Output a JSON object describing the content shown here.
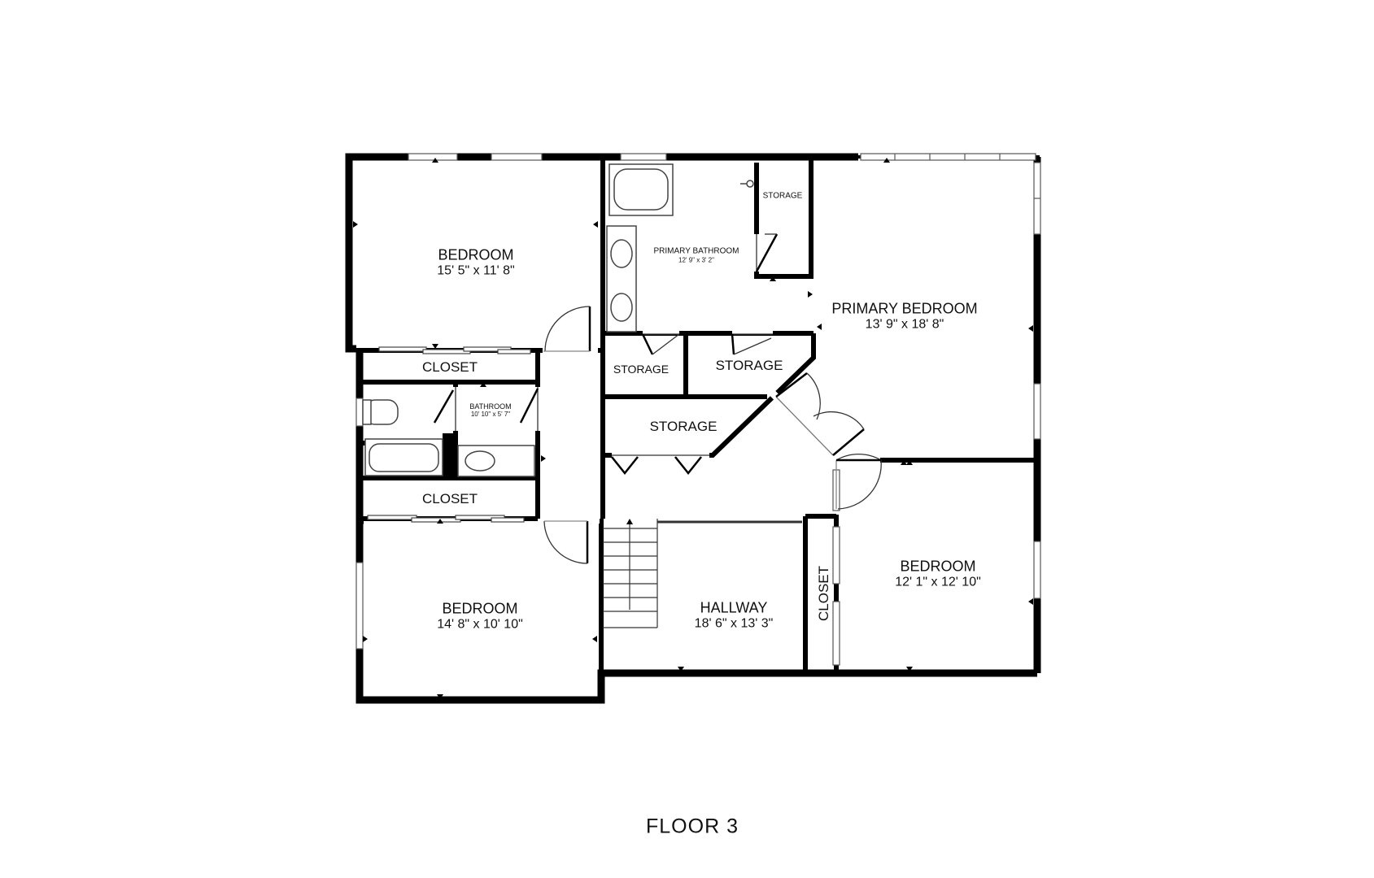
{
  "floor": {
    "label": "FLOOR 3"
  },
  "rooms": {
    "bedroom_nw": {
      "name": "BEDROOM",
      "dims": "15' 5\" x 11' 8\""
    },
    "primary_bathroom": {
      "name": "PRIMARY BATHROOM",
      "dims": "12' 9\" x 3' 2\""
    },
    "storage_bath": {
      "name": "STORAGE"
    },
    "primary_bedroom": {
      "name": "PRIMARY BEDROOM",
      "dims": "13' 9\" x 18' 8\""
    },
    "closet_upper": {
      "name": "CLOSET"
    },
    "bathroom": {
      "name": "BATHROOM",
      "dims": "10' 10\" x 5' 7\""
    },
    "storage_small": {
      "name": "STORAGE"
    },
    "storage_mid": {
      "name": "STORAGE"
    },
    "storage_lower": {
      "name": "STORAGE"
    },
    "closet_lower": {
      "name": "CLOSET"
    },
    "bedroom_sw": {
      "name": "BEDROOM",
      "dims": "14' 8\" x 10' 10\""
    },
    "hallway": {
      "name": "HALLWAY",
      "dims": "18' 6\" x 13' 3\""
    },
    "closet_vertical": {
      "name": "CLOSET"
    },
    "bedroom_se": {
      "name": "BEDROOM",
      "dims": "12' 1\" x 12' 10\""
    }
  }
}
